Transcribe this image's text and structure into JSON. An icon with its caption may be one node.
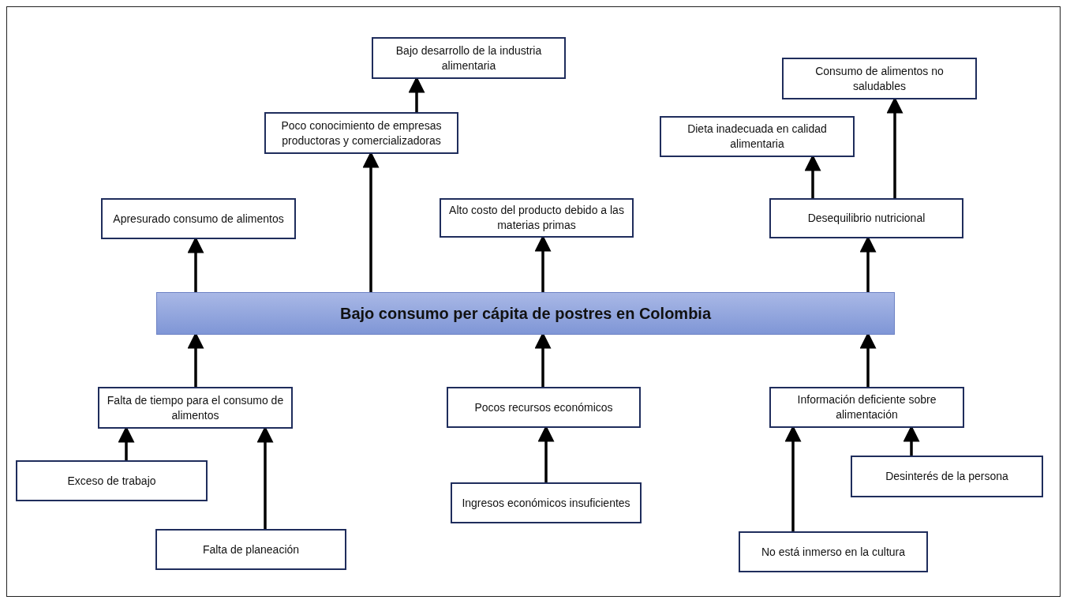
{
  "diagram": {
    "nodes": [
      {
        "text": [
          "Bajo consumo per cápita de postres en Colombia"
        ]
      },
      {
        "text": [
          "Apresurado consumo de alimentos"
        ]
      },
      {
        "text": [
          "Poco conocimiento de empresas productoras y comercializadoras"
        ]
      },
      {
        "text": [
          "Bajo desarrollo de la industria alimentaria"
        ]
      },
      {
        "text": [
          "Alto costo del producto debido a las materias primas"
        ]
      },
      {
        "text": [
          "Desequilibrio nutricional"
        ]
      },
      {
        "text": [
          "Dieta inadecuada en calidad alimentaria"
        ]
      },
      {
        "text": [
          "Consumo de alimentos no saludables"
        ]
      },
      {
        "text": [
          "Falta de tiempo para el consumo de alimentos"
        ]
      },
      {
        "text": [
          "Exceso de trabajo"
        ]
      },
      {
        "text": [
          "Falta de planeación"
        ]
      },
      {
        "text": [
          "Pocos recursos económicos"
        ]
      },
      {
        "text": [
          "Ingresos económicos insuficientes"
        ]
      },
      {
        "text": [
          "Información deficiente sobre alimentación"
        ]
      },
      {
        "text": [
          "Desinterés de la persona"
        ]
      },
      {
        "text": [
          "No está inmerso en la cultura"
        ]
      }
    ],
    "edges": [
      {
        "from": 0,
        "to": 1,
        "arrow": "to"
      },
      {
        "from": 0,
        "to": 2,
        "arrow": "to"
      },
      {
        "from": 2,
        "to": 3,
        "arrow": "to"
      },
      {
        "from": 0,
        "to": 4,
        "arrow": "to"
      },
      {
        "from": 0,
        "to": 5,
        "arrow": "to"
      },
      {
        "from": 5,
        "to": 6,
        "arrow": "to"
      },
      {
        "from": 5,
        "to": 7,
        "arrow": "to"
      },
      {
        "from": 8,
        "to": 0,
        "arrow": "to"
      },
      {
        "from": 9,
        "to": 8,
        "arrow": "to"
      },
      {
        "from": 10,
        "to": 8,
        "arrow": "to"
      },
      {
        "from": 11,
        "to": 0,
        "arrow": "to"
      },
      {
        "from": 12,
        "to": 11,
        "arrow": "to"
      },
      {
        "from": 13,
        "to": 0,
        "arrow": "to"
      },
      {
        "from": 14,
        "to": 13,
        "arrow": "to"
      },
      {
        "from": 15,
        "to": 13,
        "arrow": "to"
      }
    ]
  }
}
